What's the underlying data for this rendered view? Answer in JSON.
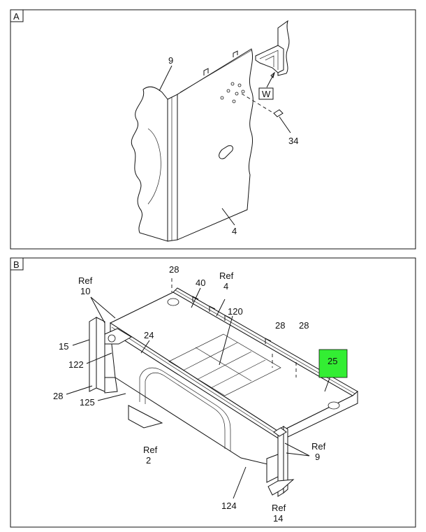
{
  "panels": [
    {
      "letter": "A"
    },
    {
      "letter": "B"
    }
  ],
  "callouts_a": {
    "c9": "9",
    "w": "W",
    "c34": "34",
    "c4": "4"
  },
  "callouts_b": {
    "ref10": [
      "Ref",
      "10"
    ],
    "c28_top": "28",
    "c40": "40",
    "ref4": [
      "Ref",
      "4"
    ],
    "c120": "120",
    "c28_mid": "28",
    "c28_right": "28",
    "c25": "25",
    "c24": "24",
    "c15": "15",
    "c122": "122",
    "c28_left": "28",
    "c125": "125",
    "ref2": [
      "Ref",
      "2"
    ],
    "ref9": [
      "Ref",
      "9"
    ],
    "c124": "124",
    "ref14": [
      "Ref",
      "14"
    ]
  },
  "colors": {
    "highlight": "#33ee33",
    "line": "#111111"
  }
}
